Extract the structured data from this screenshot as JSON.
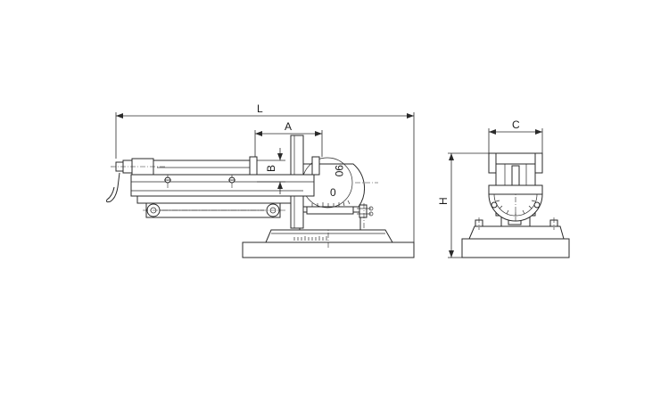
{
  "labels": {
    "L": "L",
    "A": "A",
    "B": "B",
    "C": "C",
    "H": "H"
  },
  "dial": {
    "top_value": "90",
    "bottom_value": "0"
  },
  "colors": {
    "line": "#2a2a2a",
    "background": "#ffffff"
  }
}
